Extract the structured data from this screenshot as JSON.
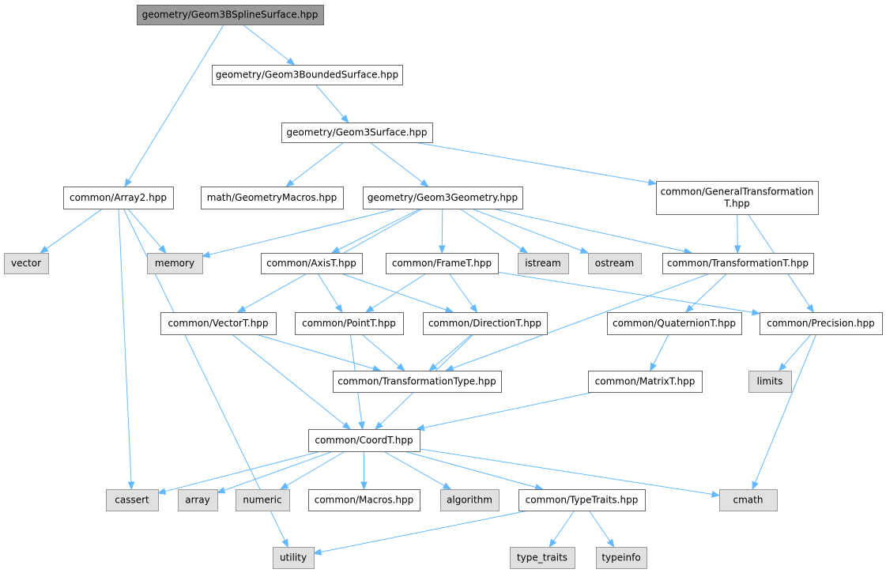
{
  "colors": {
    "edge": "#63b8ff",
    "root_fill": "#999999",
    "root_stroke": "#666666",
    "file_fill": "#ffffff",
    "file_stroke": "#666666",
    "system_fill": "#e0e0e0",
    "system_stroke": "#999999",
    "text": "#000000"
  },
  "nodes": [
    {
      "id": "n_geom3bspline",
      "lines": [
        "geometry/Geom3BSplineSurface.hpp"
      ],
      "kind": "root"
    },
    {
      "id": "n_bounded",
      "lines": [
        "geometry/Geom3BoundedSurface.hpp"
      ],
      "kind": "file"
    },
    {
      "id": "n_surface",
      "lines": [
        "geometry/Geom3Surface.hpp"
      ],
      "kind": "file"
    },
    {
      "id": "n_array2",
      "lines": [
        "common/Array2.hpp"
      ],
      "kind": "file"
    },
    {
      "id": "n_geommacros",
      "lines": [
        "math/GeometryMacros.hpp"
      ],
      "kind": "file"
    },
    {
      "id": "n_geometry",
      "lines": [
        "geometry/Geom3Geometry.hpp"
      ],
      "kind": "file"
    },
    {
      "id": "n_gentrans",
      "lines": [
        "common/GeneralTransformation",
        "T.hpp"
      ],
      "kind": "file"
    },
    {
      "id": "n_vector",
      "lines": [
        "vector"
      ],
      "kind": "system"
    },
    {
      "id": "n_memory",
      "lines": [
        "memory"
      ],
      "kind": "system"
    },
    {
      "id": "n_axis",
      "lines": [
        "common/AxisT.hpp"
      ],
      "kind": "file"
    },
    {
      "id": "n_frame",
      "lines": [
        "common/FrameT.hpp"
      ],
      "kind": "file"
    },
    {
      "id": "n_istream",
      "lines": [
        "istream"
      ],
      "kind": "system"
    },
    {
      "id": "n_ostream",
      "lines": [
        "ostream"
      ],
      "kind": "system"
    },
    {
      "id": "n_transT",
      "lines": [
        "common/TransformationT.hpp"
      ],
      "kind": "file"
    },
    {
      "id": "n_vectorT",
      "lines": [
        "common/VectorT.hpp"
      ],
      "kind": "file"
    },
    {
      "id": "n_point",
      "lines": [
        "common/PointT.hpp"
      ],
      "kind": "file"
    },
    {
      "id": "n_direction",
      "lines": [
        "common/DirectionT.hpp"
      ],
      "kind": "file"
    },
    {
      "id": "n_quat",
      "lines": [
        "common/QuaternionT.hpp"
      ],
      "kind": "file"
    },
    {
      "id": "n_precision",
      "lines": [
        "common/Precision.hpp"
      ],
      "kind": "file"
    },
    {
      "id": "n_transtype",
      "lines": [
        "common/TransformationType.hpp"
      ],
      "kind": "file"
    },
    {
      "id": "n_matrix",
      "lines": [
        "common/MatrixT.hpp"
      ],
      "kind": "file"
    },
    {
      "id": "n_limits",
      "lines": [
        "limits"
      ],
      "kind": "system"
    },
    {
      "id": "n_coord",
      "lines": [
        "common/CoordT.hpp"
      ],
      "kind": "file"
    },
    {
      "id": "n_cassert",
      "lines": [
        "cassert"
      ],
      "kind": "system"
    },
    {
      "id": "n_array",
      "lines": [
        "array"
      ],
      "kind": "system"
    },
    {
      "id": "n_numeric",
      "lines": [
        "numeric"
      ],
      "kind": "system"
    },
    {
      "id": "n_macros",
      "lines": [
        "common/Macros.hpp"
      ],
      "kind": "file"
    },
    {
      "id": "n_algorithm",
      "lines": [
        "algorithm"
      ],
      "kind": "system"
    },
    {
      "id": "n_typetraits",
      "lines": [
        "common/TypeTraits.hpp"
      ],
      "kind": "file"
    },
    {
      "id": "n_cmath",
      "lines": [
        "cmath"
      ],
      "kind": "system"
    },
    {
      "id": "n_utility",
      "lines": [
        "utility"
      ],
      "kind": "system"
    },
    {
      "id": "n_type_traits",
      "lines": [
        "type_traits"
      ],
      "kind": "system"
    },
    {
      "id": "n_typeinfo",
      "lines": [
        "typeinfo"
      ],
      "kind": "system"
    }
  ],
  "edges": [
    {
      "from": "n_geom3bspline",
      "to": "n_bounded"
    },
    {
      "from": "n_geom3bspline",
      "to": "n_array2"
    },
    {
      "from": "n_bounded",
      "to": "n_surface"
    },
    {
      "from": "n_surface",
      "to": "n_geommacros"
    },
    {
      "from": "n_surface",
      "to": "n_geometry"
    },
    {
      "from": "n_surface",
      "to": "n_gentrans"
    },
    {
      "from": "n_array2",
      "to": "n_vector"
    },
    {
      "from": "n_array2",
      "to": "n_memory"
    },
    {
      "from": "n_array2",
      "to": "n_cassert"
    },
    {
      "from": "n_array2",
      "to": "n_utility"
    },
    {
      "from": "n_geometry",
      "to": "n_memory"
    },
    {
      "from": "n_geometry",
      "to": "n_vectorT"
    },
    {
      "from": "n_geometry",
      "to": "n_axis"
    },
    {
      "from": "n_geometry",
      "to": "n_frame"
    },
    {
      "from": "n_geometry",
      "to": "n_istream"
    },
    {
      "from": "n_geometry",
      "to": "n_ostream"
    },
    {
      "from": "n_geometry",
      "to": "n_transT"
    },
    {
      "from": "n_gentrans",
      "to": "n_transT"
    },
    {
      "from": "n_gentrans",
      "to": "n_precision"
    },
    {
      "from": "n_axis",
      "to": "n_point"
    },
    {
      "from": "n_axis",
      "to": "n_direction"
    },
    {
      "from": "n_frame",
      "to": "n_point"
    },
    {
      "from": "n_frame",
      "to": "n_direction"
    },
    {
      "from": "n_frame",
      "to": "n_precision"
    },
    {
      "from": "n_transT",
      "to": "n_quat"
    },
    {
      "from": "n_transT",
      "to": "n_transtype"
    },
    {
      "from": "n_vectorT",
      "to": "n_transtype"
    },
    {
      "from": "n_vectorT",
      "to": "n_coord"
    },
    {
      "from": "n_point",
      "to": "n_transtype"
    },
    {
      "from": "n_point",
      "to": "n_coord"
    },
    {
      "from": "n_direction",
      "to": "n_transtype"
    },
    {
      "from": "n_direction",
      "to": "n_coord"
    },
    {
      "from": "n_quat",
      "to": "n_matrix"
    },
    {
      "from": "n_precision",
      "to": "n_limits"
    },
    {
      "from": "n_precision",
      "to": "n_cmath"
    },
    {
      "from": "n_matrix",
      "to": "n_coord"
    },
    {
      "from": "n_coord",
      "to": "n_cassert"
    },
    {
      "from": "n_coord",
      "to": "n_array"
    },
    {
      "from": "n_coord",
      "to": "n_numeric"
    },
    {
      "from": "n_coord",
      "to": "n_macros"
    },
    {
      "from": "n_coord",
      "to": "n_algorithm"
    },
    {
      "from": "n_coord",
      "to": "n_typetraits"
    },
    {
      "from": "n_coord",
      "to": "n_cmath"
    },
    {
      "from": "n_typetraits",
      "to": "n_utility"
    },
    {
      "from": "n_typetraits",
      "to": "n_type_traits"
    },
    {
      "from": "n_typetraits",
      "to": "n_typeinfo"
    }
  ]
}
